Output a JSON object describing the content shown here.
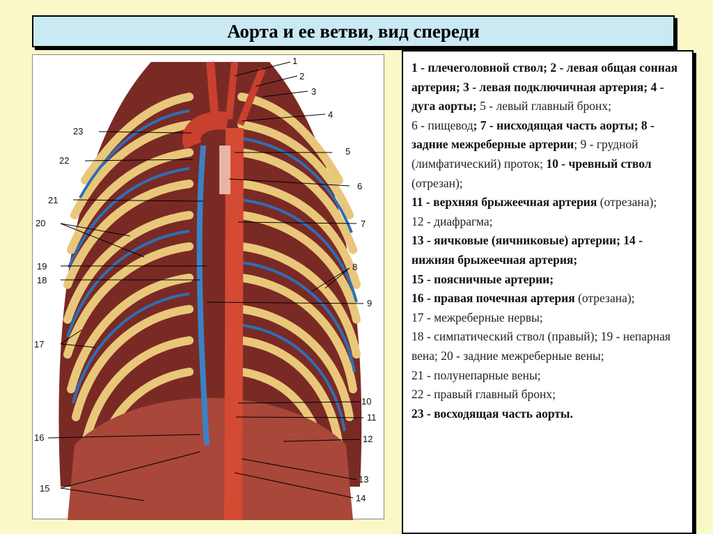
{
  "title": "Аорта и ее ветви, вид спереди",
  "figure": {
    "callouts": [
      "1",
      "2",
      "3",
      "4",
      "5",
      "6",
      "7",
      "8",
      "9",
      "10",
      "11",
      "12",
      "13",
      "14",
      "15",
      "16",
      "17",
      "18",
      "19",
      "20",
      "21",
      "22",
      "23"
    ]
  },
  "legend": [
    {
      "text": "1 - плечеголовной ствол; 2 - левая общая сонная артерия; 3 - левая подключичная артерия; 4 - дуга аорты;",
      "bold": true
    },
    {
      "text": " 5 - левый главный бронх;",
      "bold": false
    },
    {
      "text": "6 - пищевод",
      "bold": false
    },
    {
      "text": "; 7 - нисходящая часть аорты; 8 - задние межреберные артерии",
      "bold": true
    },
    {
      "text": "; 9 - грудной (лимфатический) проток; ",
      "bold": false
    },
    {
      "text": "10 - чревный ствол",
      "bold": true
    },
    {
      "text": " (отрезан);",
      "bold": false
    },
    {
      "text": "11 - верхняя брыжеечная артерия",
      "bold": true
    },
    {
      "text": " (отрезана);",
      "bold": false
    },
    {
      "text": "12 - диафрагма;",
      "bold": false
    },
    {
      "text": "13 - яичковые (яичниковые) артерии; 14 - нижняя брыжеечная артерия;",
      "bold": true
    },
    {
      "text": "15 - поясничные артерии;",
      "bold": true
    },
    {
      "text": "16 - правая почечная артерия",
      "bold": true
    },
    {
      "text": " (отрезана);",
      "bold": false
    },
    {
      "text": "17 - межреберные нервы;",
      "bold": false
    },
    {
      "text": "18 - симпатический ствол (правый); 19 - непарная вена; 20 - задние межреберные вены;",
      "bold": false
    },
    {
      "text": "21 - полунепарные вены;",
      "bold": false
    },
    {
      "text": "22 - правый главный бронх;",
      "bold": false
    },
    {
      "text": "23 - восходящая часть аорты.",
      "bold": true
    }
  ]
}
